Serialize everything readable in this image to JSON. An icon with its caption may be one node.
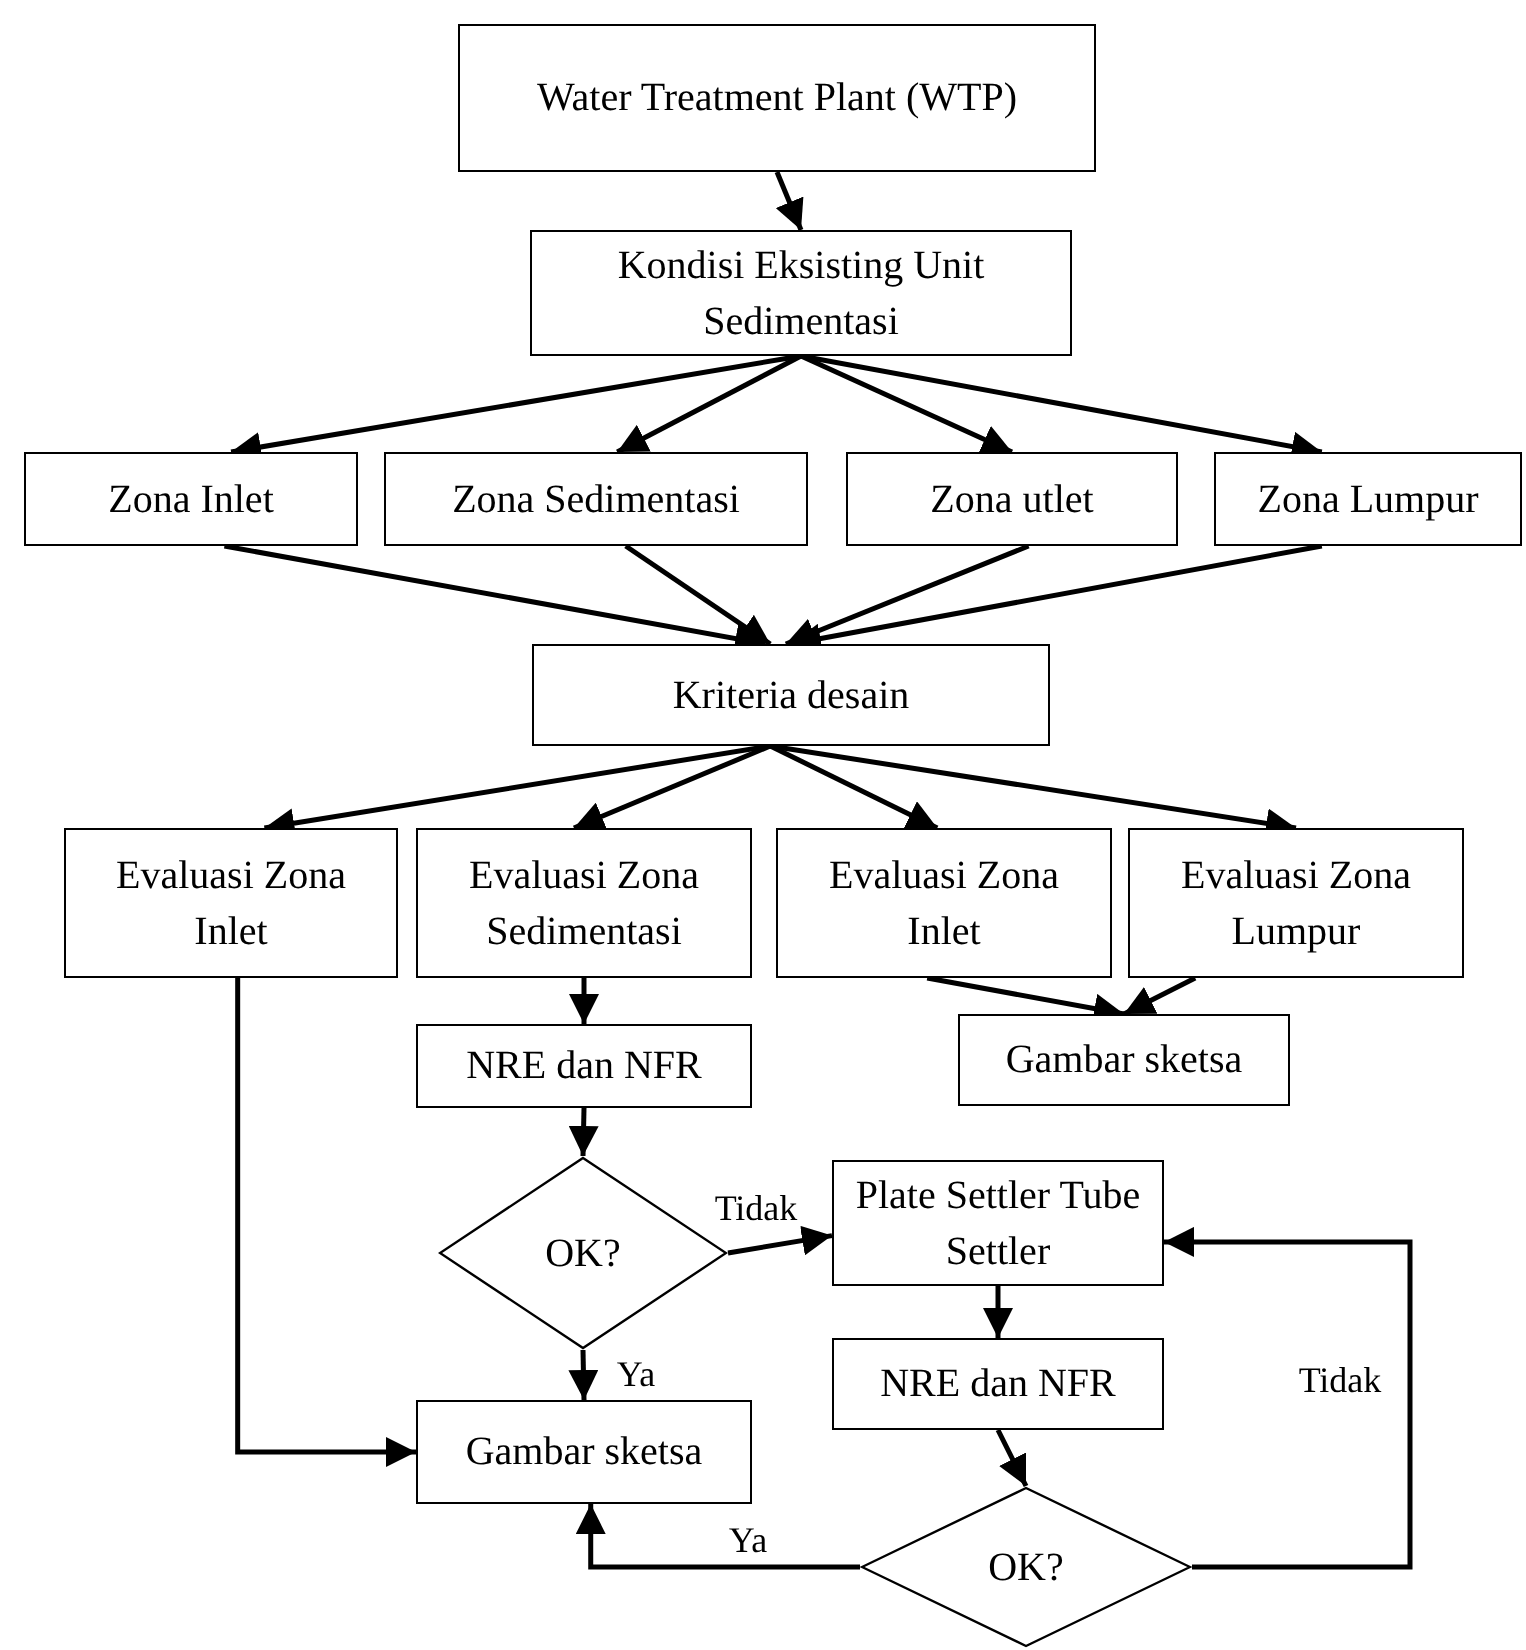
{
  "diagram": {
    "nodes": [
      {
        "text": [
          "Water Treatment Plant (WTP)"
        ]
      },
      {
        "text": [
          "Kondisi Eksisting Unit Sedimentasi"
        ]
      },
      {
        "text": [
          "Zona Inlet"
        ]
      },
      {
        "text": [
          "Zona Sedimentasi"
        ]
      },
      {
        "text": [
          "Zona utlet"
        ]
      },
      {
        "text": [
          "Zona Lumpur"
        ]
      },
      {
        "text": [
          "Kriteria desain"
        ]
      },
      {
        "text": [
          "Evaluasi Zona Inlet"
        ]
      },
      {
        "text": [
          "Evaluasi Zona Sedimentasi"
        ]
      },
      {
        "text": [
          "Evaluasi Zona Inlet"
        ]
      },
      {
        "text": [
          "Evaluasi Zona Lumpur"
        ]
      },
      {
        "text": [
          "NRE dan NFR"
        ]
      },
      {
        "text": [
          "Gambar sketsa"
        ]
      },
      {
        "text": [
          "OK?"
        ]
      },
      {
        "text": [
          "Plate Settler Tube Settler"
        ]
      },
      {
        "text": [
          "NRE dan NFR"
        ]
      },
      {
        "text": [
          "Gambar sketsa"
        ]
      },
      {
        "text": [
          "OK?"
        ]
      }
    ],
    "edges": [
      {
        "from": 0,
        "to": 1,
        "arrow": "to"
      },
      {
        "from": 1,
        "to": 2,
        "arrow": "to"
      },
      {
        "from": 1,
        "to": 3,
        "arrow": "to"
      },
      {
        "from": 1,
        "to": 4,
        "arrow": "to"
      },
      {
        "from": 1,
        "to": 5,
        "arrow": "to"
      },
      {
        "from": 2,
        "to": 6,
        "arrow": "to"
      },
      {
        "from": 3,
        "to": 6,
        "arrow": "to"
      },
      {
        "from": 4,
        "to": 6,
        "arrow": "to"
      },
      {
        "from": 5,
        "to": 6,
        "arrow": "to"
      },
      {
        "from": 6,
        "to": 7,
        "arrow": "to"
      },
      {
        "from": 6,
        "to": 8,
        "arrow": "to"
      },
      {
        "from": 6,
        "to": 9,
        "arrow": "to"
      },
      {
        "from": 6,
        "to": 10,
        "arrow": "to"
      },
      {
        "from": 8,
        "to": 11,
        "arrow": "to"
      },
      {
        "from": 9,
        "to": 12,
        "arrow": "to"
      },
      {
        "from": 10,
        "to": 12,
        "arrow": "to"
      },
      {
        "from": 11,
        "to": 13,
        "arrow": "to"
      },
      {
        "from": 13,
        "to": 14,
        "arrow": "to",
        "label": "Tidak"
      },
      {
        "from": 13,
        "to": 16,
        "arrow": "to",
        "label": "Ya"
      },
      {
        "from": 7,
        "to": 16,
        "arrow": "to"
      },
      {
        "from": 14,
        "to": 15,
        "arrow": "to"
      },
      {
        "from": 15,
        "to": 17,
        "arrow": "to"
      },
      {
        "from": 17,
        "to": 16,
        "arrow": "to",
        "label": "Ya"
      },
      {
        "from": 17,
        "to": 14,
        "arrow": "to",
        "label": "Tidak"
      }
    ]
  }
}
